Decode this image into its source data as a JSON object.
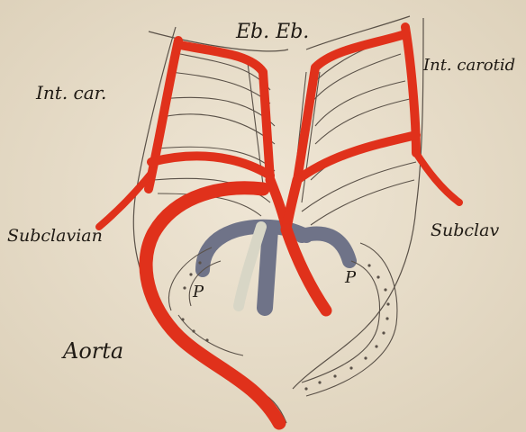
{
  "labels": {
    "top": "Eb. Eb.",
    "left_upper": "Int. car.",
    "right_upper": "Int. carotid",
    "left_middle": "Subclavian",
    "right_middle": "Subclav",
    "left_p": "P",
    "right_p": "P",
    "bottom_left": "Aorta"
  },
  "colors": {
    "paper": "#e9dfcc",
    "artery": "#e0311b",
    "pulmonary": "#6f7388",
    "outline": "#5a5148"
  }
}
